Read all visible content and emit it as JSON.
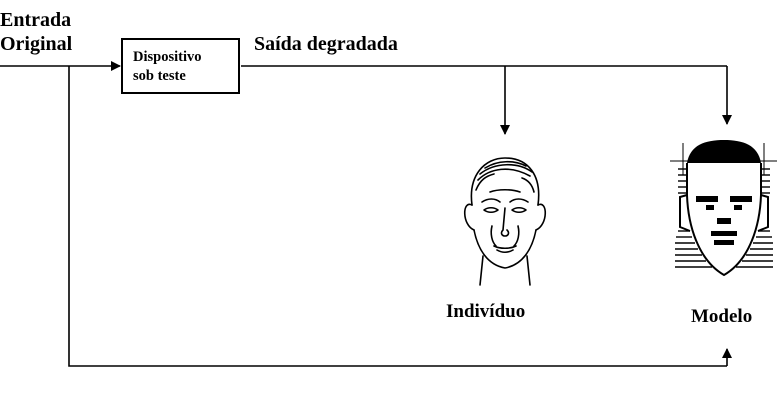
{
  "input_label_line1": "Entrada",
  "input_label_line2": "Original",
  "device_line1": "Dispositivo",
  "device_line2": "sob teste",
  "output_label": "Saída degradada",
  "subject_label": "Indivíduo",
  "model_label": "Modelo",
  "icons": [
    "human-face-icon",
    "model-face-icon"
  ]
}
